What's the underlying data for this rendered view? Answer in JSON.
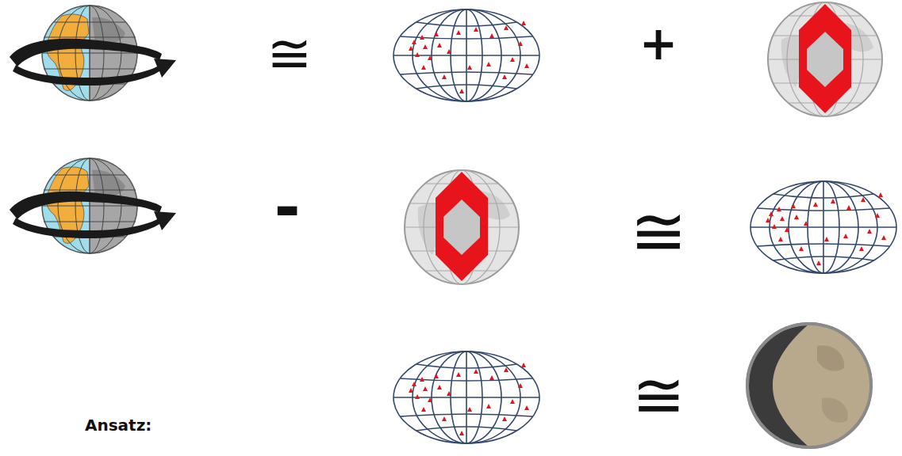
{
  "diagram": {
    "labels": [
      "≅",
      "+",
      "-",
      "≅",
      "Ansatz:",
      "≅"
    ]
  }
}
